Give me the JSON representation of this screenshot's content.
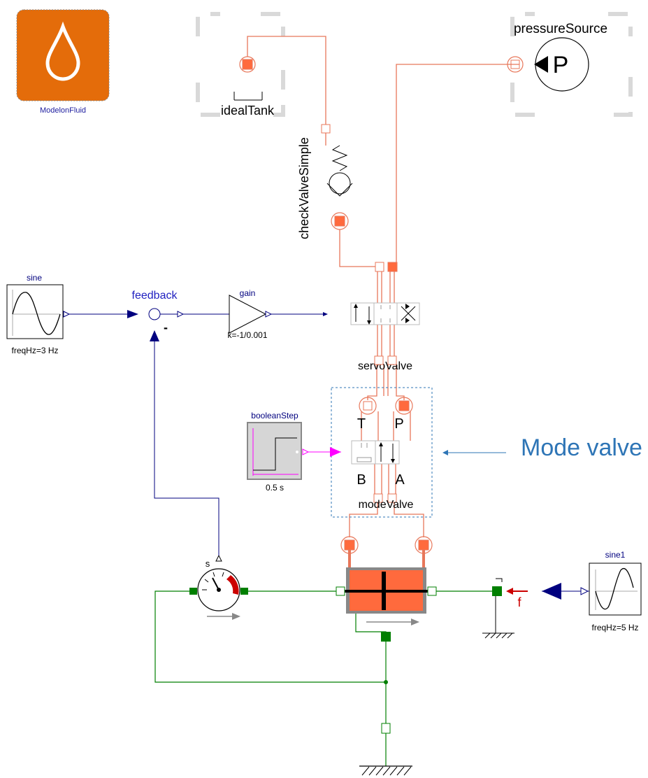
{
  "library_icon": {
    "label": "ModelonFluid",
    "icon": "drop-icon"
  },
  "components": {
    "idealTank": "idealTank",
    "checkValveSimple": "checkValveSimple",
    "pressureSource": "pressureSource",
    "pressureSource_symbol": "P",
    "servoValve": "servoValve",
    "modeValve": "modeValve",
    "sine": "sine",
    "sine_param": "freqHz=3 Hz",
    "feedback": "feedback",
    "feedback_minus": "-",
    "gain": "gain",
    "gain_param": "k=-1/0.001",
    "booleanStep": "booleanStep",
    "booleanStep_param": "0.5 s",
    "sensor": "s",
    "force_label": "f",
    "sine1": "sine1",
    "sine1_param": "freqHz=5 Hz"
  },
  "ports": {
    "T": "T",
    "P": "P",
    "B": "B",
    "A": "A"
  },
  "annotation": {
    "text": "Mode valve"
  },
  "colors": {
    "fluid": "#e8775a",
    "fluid_fill": "#ff6a3d",
    "signal": "#00007f",
    "boolean": "#ff00ff",
    "mechanical": "#007f00",
    "annotation": "#2e75b6",
    "library_bg": "#e46c0a"
  }
}
